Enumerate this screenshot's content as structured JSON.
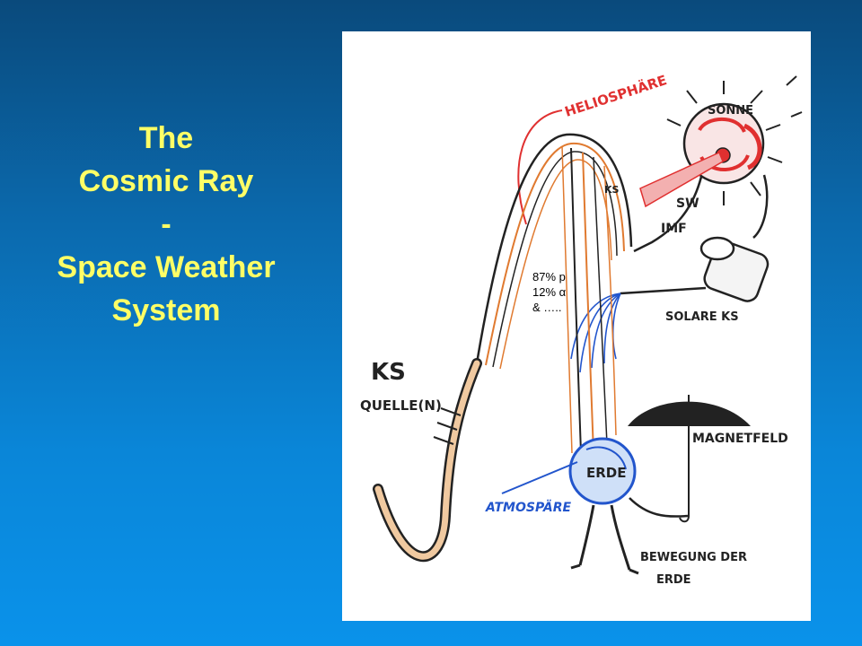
{
  "slide": {
    "title_lines": [
      "The",
      "Cosmic Ray",
      "-",
      "Space Weather",
      "System"
    ]
  },
  "diagram": {
    "labels": {
      "sun": "SONNE",
      "heliosphere": "HELIOSPHÄRE",
      "solar_wind": "SW",
      "imf": "IMF",
      "solar_cr": "SOLARE KS",
      "cr": "KS",
      "sources": "QUELLE(N)",
      "magnetic_field": "MAGNETFELD",
      "earth": "ERDE",
      "atmosphere": "ATMOSPÄRE",
      "earth_motion_1": "BEWEGUNG DER",
      "earth_motion_2": "ERDE",
      "ks_small": "KS"
    },
    "composition": [
      "87% p",
      "12% α",
      "& ….."
    ],
    "colors": {
      "red": "#e03030",
      "blue": "#2255cc",
      "orange": "#e07a30",
      "ink": "#222222"
    }
  }
}
